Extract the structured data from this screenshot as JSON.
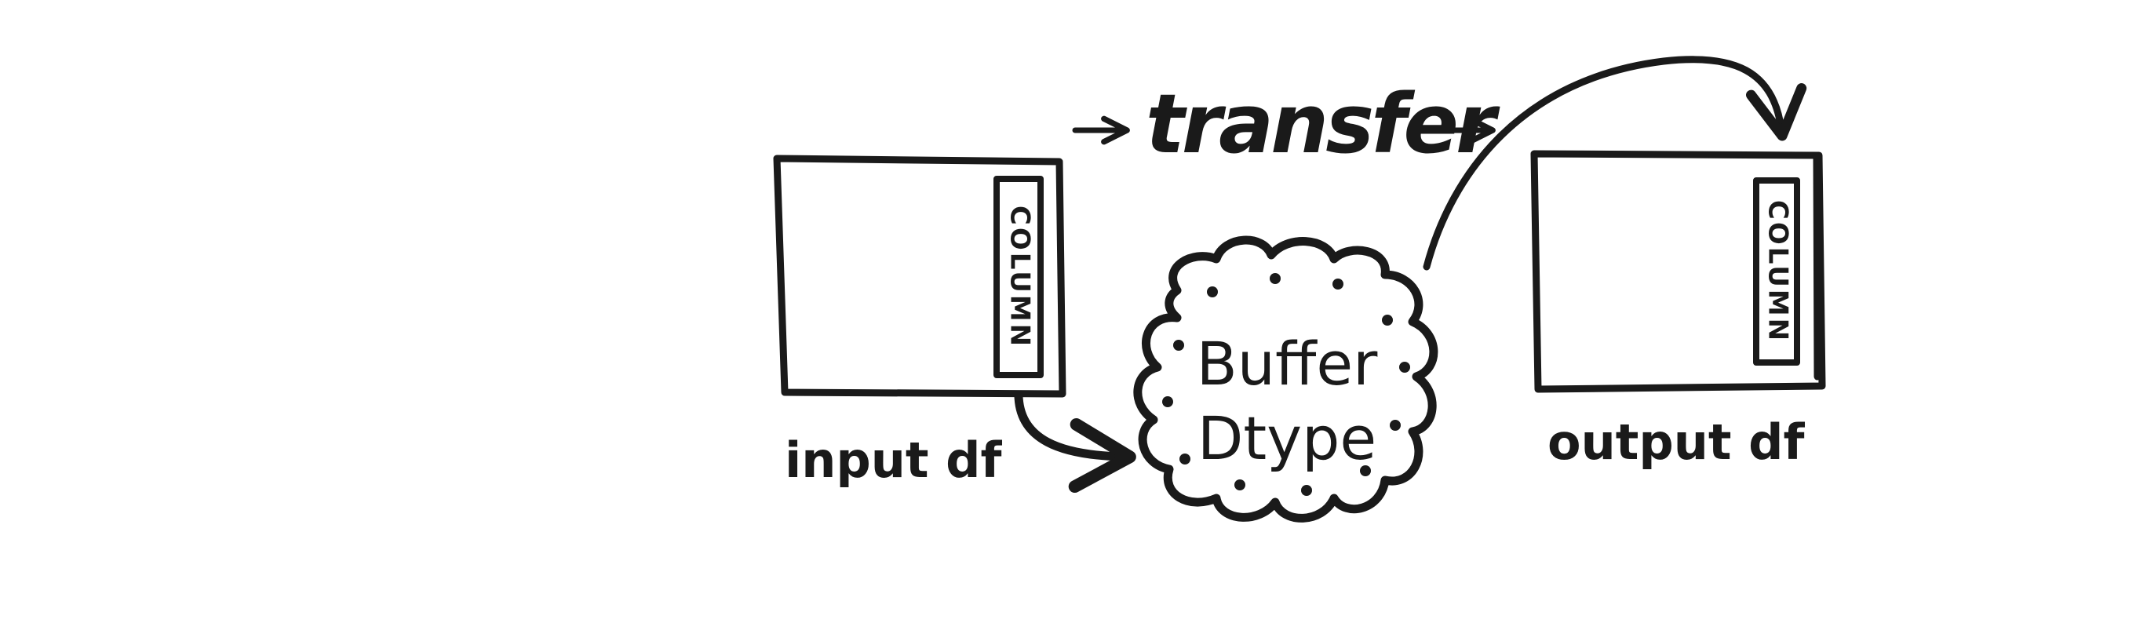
{
  "diagram": {
    "transfer_label": "transfer",
    "input": {
      "label": "input df",
      "column_label": "COLUMN"
    },
    "buffer": {
      "line1": "Buffer",
      "line2": "Dtype"
    },
    "output": {
      "label": "output df",
      "column_label": "COLUMN"
    },
    "ink_color": "#1a1a1a",
    "background_color": "#ffffff"
  }
}
